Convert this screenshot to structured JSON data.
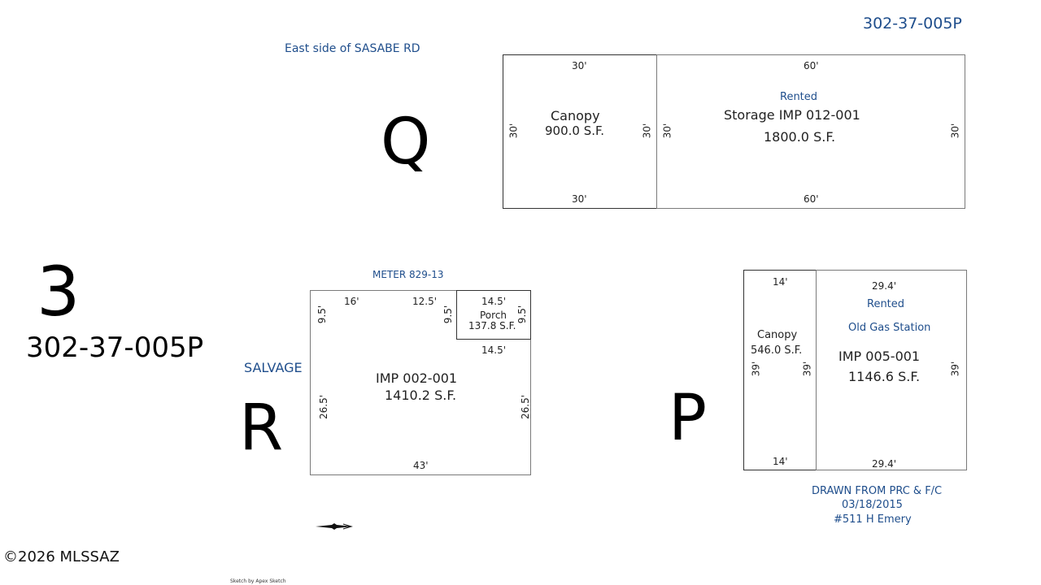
{
  "top_right_parcel": "302-37-005P",
  "street_note": "East side of SASABE RD",
  "letters": {
    "q": "Q",
    "r": "R",
    "p": "P",
    "three": "3"
  },
  "left_parcel": "302-37-005P",
  "salvage": "SALVAGE",
  "meter": "METER 829-13",
  "copyright": "©2026 MLSSAZ",
  "sketch_credit": "Sketch by Apex Sketch",
  "q_canopy": {
    "title": "Canopy",
    "area": "900.0 S.F.",
    "top": "30'",
    "bottom": "30'",
    "left": "30'",
    "right": "30'"
  },
  "q_storage": {
    "status": "Rented",
    "title": "Storage IMP 012-001",
    "area": "1800.0 S.F.",
    "top": "60'",
    "bottom": "60'",
    "left": "30'",
    "right": "30'"
  },
  "r_main": {
    "title": "IMP 002-001",
    "area": "1410.2 S.F.",
    "top_a": "16'",
    "top_b": "12.5'",
    "left_top": "9.5'",
    "inner_left": "9.5'",
    "left": "26.5'",
    "right": "26.5'",
    "bottom": "43'",
    "step": "14.5'"
  },
  "r_porch": {
    "title": "Porch",
    "area": "137.8 S.F.",
    "top": "14.5'",
    "right": "9.5'"
  },
  "p_canopy": {
    "title": "Canopy",
    "area": "546.0 S.F.",
    "top": "14'",
    "bottom": "14'",
    "left": "39'",
    "right": "39'"
  },
  "p_station": {
    "status": "Rented",
    "name": "Old Gas Station",
    "title": "IMP 005-001",
    "area": "1146.6 S.F.",
    "top": "29.4'",
    "bottom": "29.4'",
    "right": "39'"
  },
  "drawn": {
    "line1": "DRAWN FROM PRC & F/C",
    "line2": "03/18/2015",
    "line3": "#511 H Emery"
  }
}
